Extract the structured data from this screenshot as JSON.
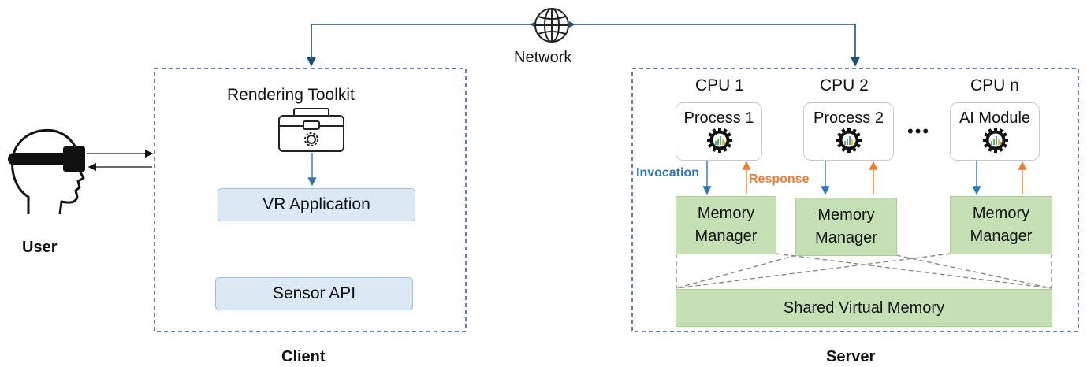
{
  "network": {
    "label": "Network",
    "icon": "globe-icon"
  },
  "user": {
    "label": "User",
    "icon": "vr-headset-user-icon"
  },
  "client": {
    "caption": "Client",
    "toolkit_label": "Rendering Toolkit",
    "toolkit_icon": "toolbox-gear-icon",
    "vr_app": "VR Application",
    "sensor_api": "Sensor API"
  },
  "server": {
    "caption": "Server",
    "cpus": [
      {
        "cpu": "CPU 1",
        "process": "Process 1",
        "manager": "Memory\nManager"
      },
      {
        "cpu": "CPU 2",
        "process": "Process 2",
        "manager": "Memory\nManager"
      },
      {
        "cpu": "CPU n",
        "process": "AI Module",
        "manager": "Memory\nManager"
      }
    ],
    "ellipsis": "•••",
    "invocation": "Invocation",
    "response": "Response",
    "shared_memory": "Shared Virtual Memory"
  },
  "colors": {
    "dashed_border": "#2f5597",
    "arrow_dark": "#1f4e79",
    "invocation_text": "#2e75b6",
    "response": "#ed7d31",
    "green_fill": "#c5e0b4",
    "blue_fill": "#dde8f5"
  }
}
